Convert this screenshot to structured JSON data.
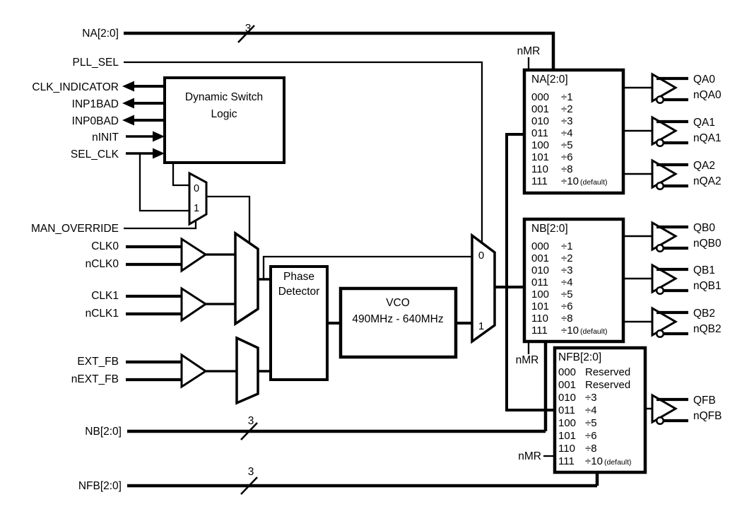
{
  "colors": {
    "background": "#ffffff",
    "ink": "#000000"
  },
  "signals": {
    "na_bus": "NA[2:0]",
    "pll_sel": "PLL_SEL",
    "clk_indicator": "CLK_INDICATOR",
    "inp1bad": "INP1BAD",
    "inp0bad": "INP0BAD",
    "ninit": "nINIT",
    "sel_clk": "SEL_CLK",
    "man_override": "MAN_OVERRIDE",
    "clk0": "CLK0",
    "nclk0": "nCLK0",
    "clk1": "CLK1",
    "nclk1": "nCLK1",
    "ext_fb": "EXT_FB",
    "next_fb": "nEXT_FB",
    "nb_bus": "NB[2:0]",
    "nfb_bus": "NFB[2:0]",
    "nmr": "nMR",
    "bus_width": "3"
  },
  "mux": {
    "in0": "0",
    "in1": "1"
  },
  "blocks": {
    "dynamic_switch_logic": {
      "line1": "Dynamic Switch",
      "line2": "Logic"
    },
    "phase_detector": {
      "line1": "Phase",
      "line2": "Detector"
    },
    "vco": {
      "line1": "VCO",
      "line2": "490MHz - 640MHz"
    }
  },
  "dividers": {
    "na": {
      "title": "NA[2:0]",
      "rows": [
        {
          "code": "000",
          "value": "÷1"
        },
        {
          "code": "001",
          "value": "÷2"
        },
        {
          "code": "010",
          "value": "÷3"
        },
        {
          "code": "011",
          "value": "÷4"
        },
        {
          "code": "100",
          "value": "÷5"
        },
        {
          "code": "101",
          "value": "÷6"
        },
        {
          "code": "110",
          "value": "÷8"
        },
        {
          "code": "111",
          "value": "÷10",
          "suffix": "(default)"
        }
      ]
    },
    "nb": {
      "title": "NB[2:0]",
      "rows": [
        {
          "code": "000",
          "value": "÷1"
        },
        {
          "code": "001",
          "value": "÷2"
        },
        {
          "code": "010",
          "value": "÷3"
        },
        {
          "code": "011",
          "value": "÷4"
        },
        {
          "code": "100",
          "value": "÷5"
        },
        {
          "code": "101",
          "value": "÷6"
        },
        {
          "code": "110",
          "value": "÷8"
        },
        {
          "code": "111",
          "value": "÷10",
          "suffix": "(default)"
        }
      ]
    },
    "nfb": {
      "title": "NFB[2:0]",
      "rows": [
        {
          "code": "000",
          "value": "Reserved"
        },
        {
          "code": "001",
          "value": "Reserved"
        },
        {
          "code": "010",
          "value": "÷3"
        },
        {
          "code": "011",
          "value": "÷4"
        },
        {
          "code": "100",
          "value": "÷5"
        },
        {
          "code": "101",
          "value": "÷6"
        },
        {
          "code": "110",
          "value": "÷8"
        },
        {
          "code": "111",
          "value": "÷10",
          "suffix": "(default)"
        }
      ]
    }
  },
  "outputs": {
    "qa": [
      {
        "p": "QA0",
        "n": "nQA0"
      },
      {
        "p": "QA1",
        "n": "nQA1"
      },
      {
        "p": "QA2",
        "n": "nQA2"
      }
    ],
    "qb": [
      {
        "p": "QB0",
        "n": "nQB0"
      },
      {
        "p": "QB1",
        "n": "nQB1"
      },
      {
        "p": "QB2",
        "n": "nQB2"
      }
    ],
    "qfb": {
      "p": "QFB",
      "n": "nQFB"
    }
  }
}
